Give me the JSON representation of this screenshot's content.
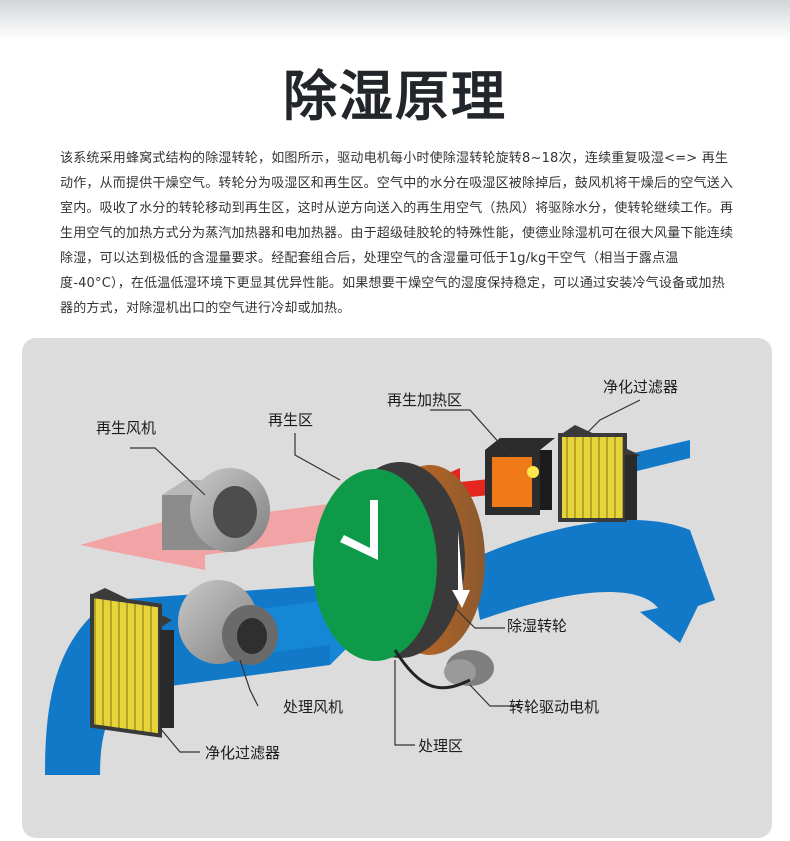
{
  "page": {
    "title": "除湿原理",
    "intro": "该系统采用蜂窝式结构的除湿转轮，如图所示，驱动电机每小时使除湿转轮旋转8~18次，连续重复吸湿<=> 再生动作，从而提供干燥空气。转轮分为吸湿区和再生区。空气中的水分在吸湿区被除掉后，鼓风机将干燥后的空气送入室内。吸收了水分的转轮移动到再生区，这时从逆方向送入的再生用空气（热风）将驱除水分，使转轮继续工作。再生用空气的加热方式分为蒸汽加热器和电加热器。由于超级硅胶轮的特殊性能，使德业除湿机可在很大风量下能连续除湿，可以达到极低的含湿量要求。经配套组合后，处理空气的含湿量可低于1g/kg干空气（相当于露点温度-40°C），在低温低湿环境下更显其优异性能。如果想要干燥空气的湿度保持稳定，可以通过安装冷气设备或加热器的方式，对除湿机出口的空气进行冷却或加热。"
  },
  "diagram": {
    "labels": {
      "regen_fan": "再生风机",
      "regen_zone": "再生区",
      "regen_heater": "再生加热区",
      "filter_top": "净化过滤器",
      "desiccant_wheel": "除湿转轮",
      "process_fan": "处理风机",
      "wheel_motor": "转轮驱动电机",
      "filter_bottom": "净化过滤器",
      "process_zone": "处理区"
    },
    "colors": {
      "process_air": "#1279c9",
      "regen_air": "#f2a3a6",
      "hot_air": "#e4261f",
      "wheel_regen": "#0e9a48",
      "wheel_body": "#3a3a3a",
      "heater": "#f07a17",
      "filter": "#e9d83a",
      "panel": "#dcdcdc"
    }
  }
}
